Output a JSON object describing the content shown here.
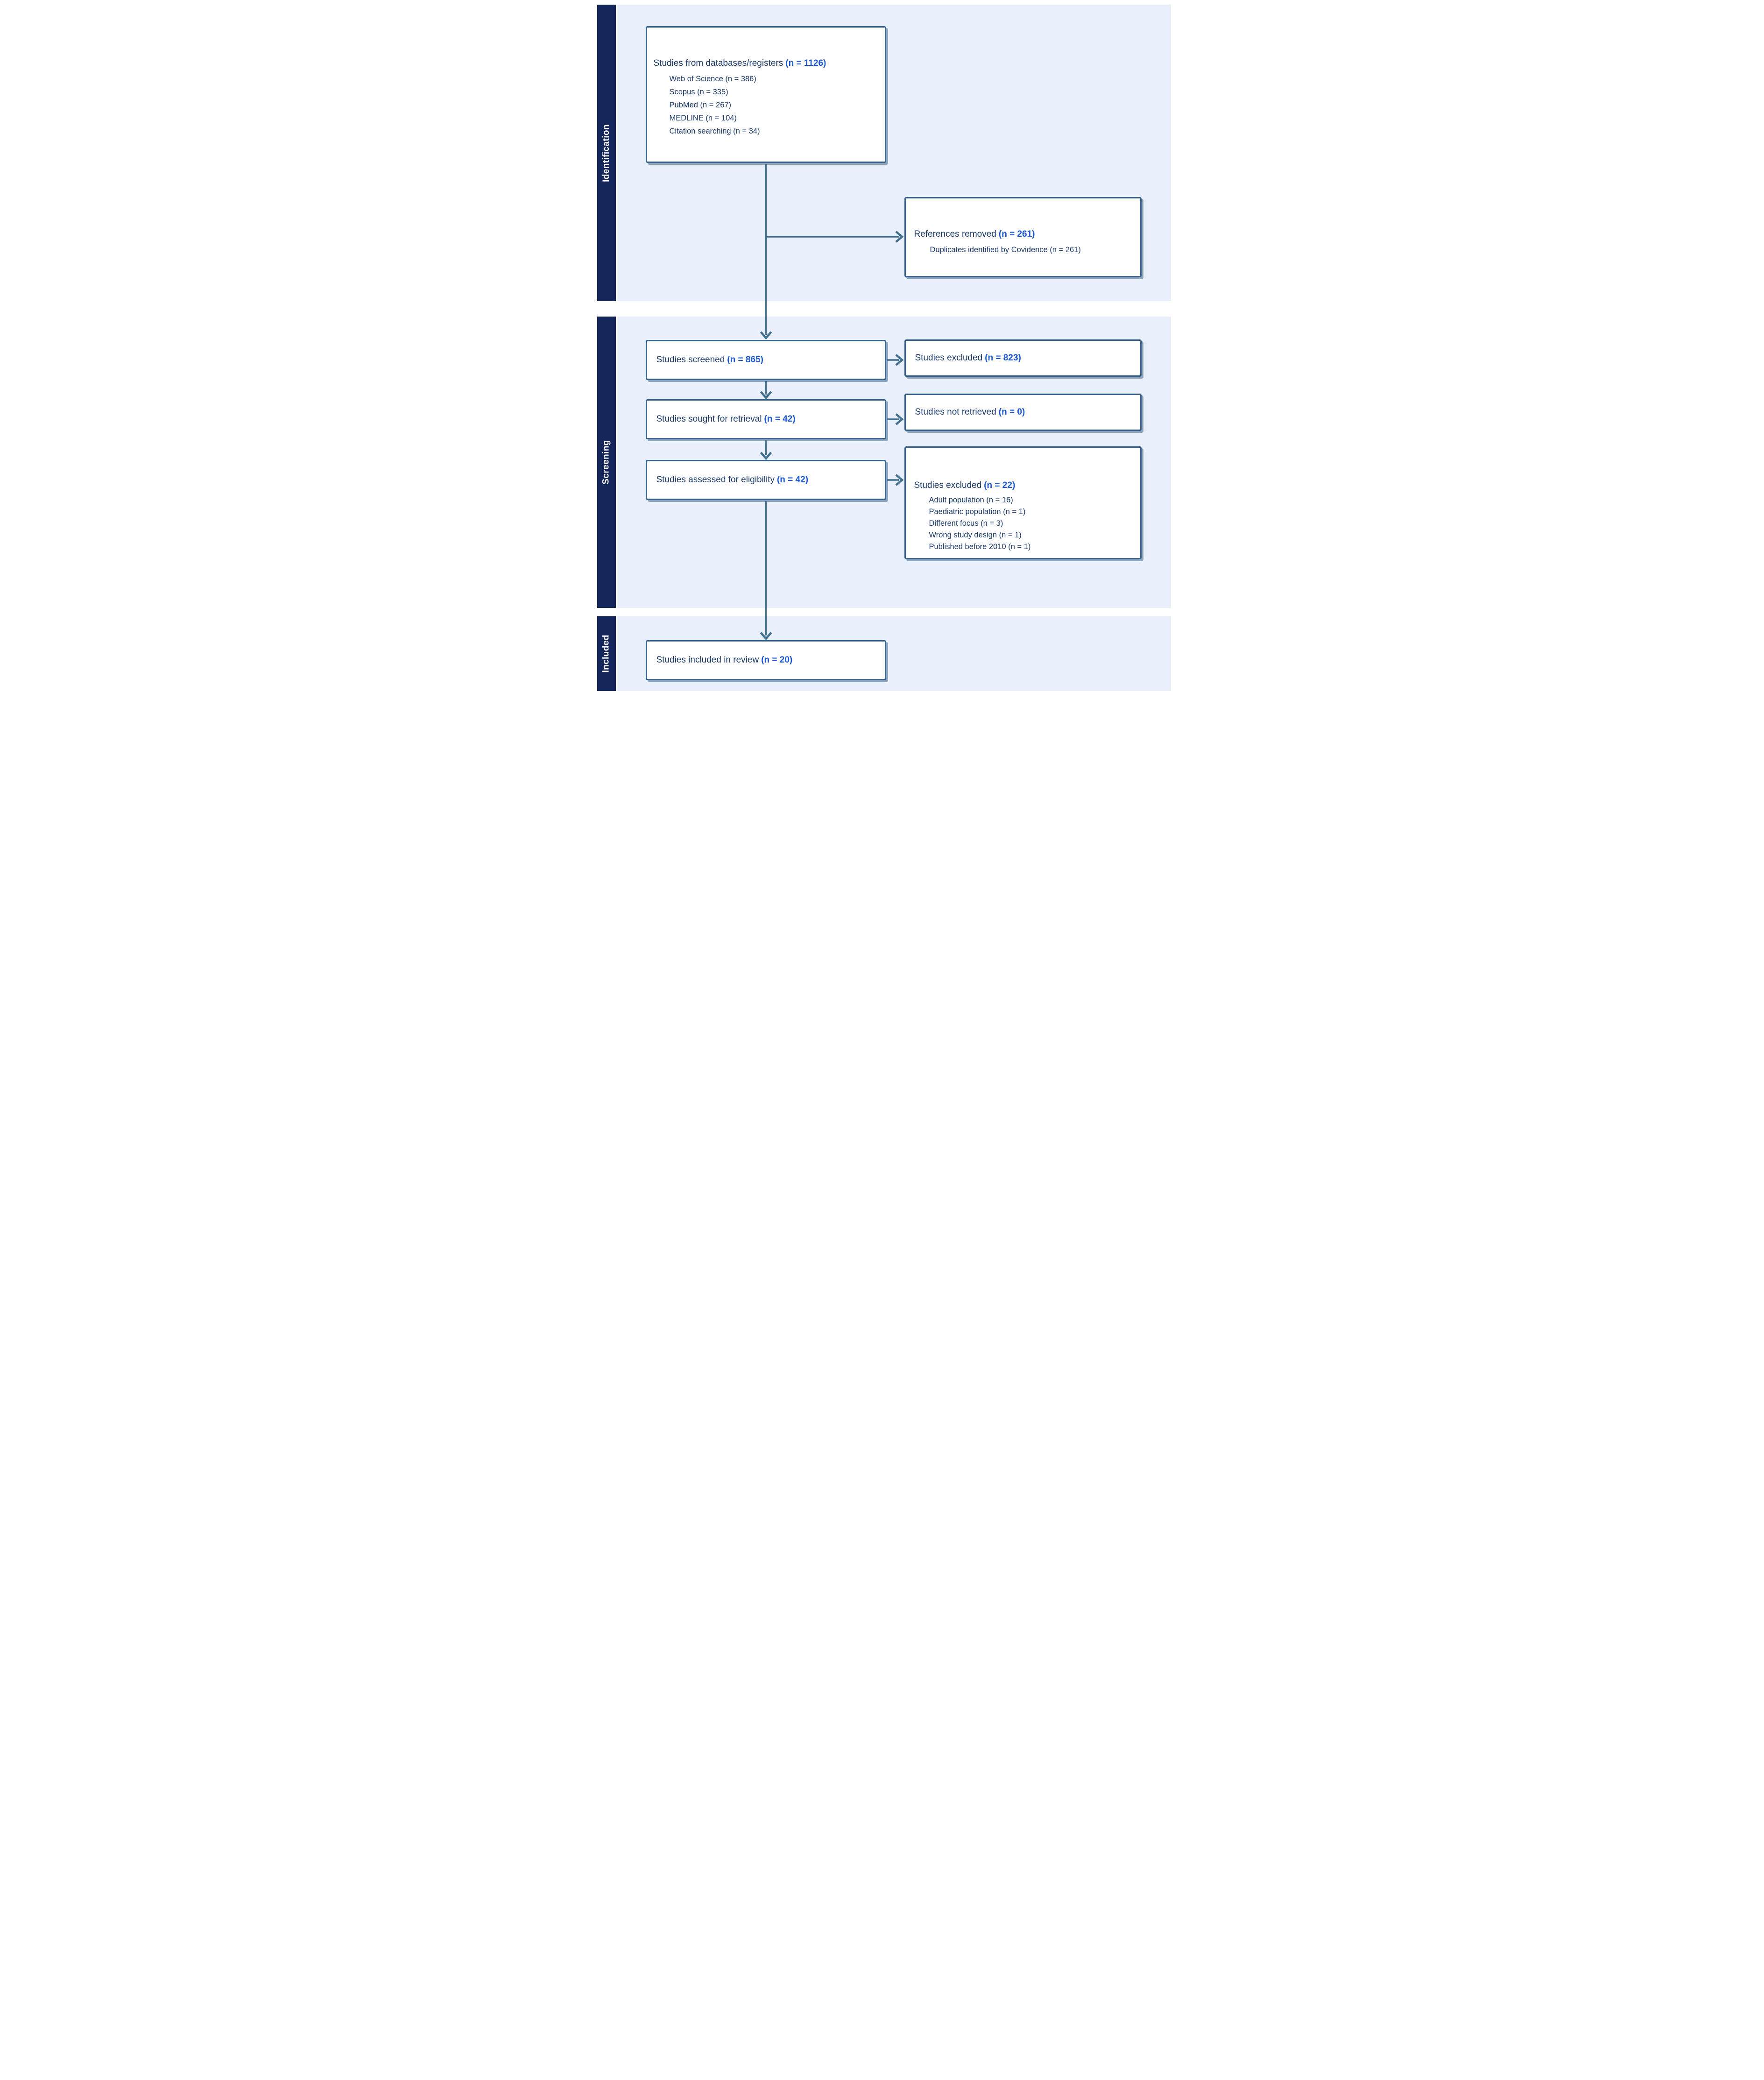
{
  "palette": {
    "sidebar_bg": "#14265a",
    "band_bg": "#e9effb",
    "box_border": "#35618e",
    "box_fill": "#ffffff",
    "connector": "#41708f",
    "text": "#1c3a69",
    "count_accent": "#1b57d0"
  },
  "stages": [
    {
      "label": "Identification"
    },
    {
      "label": "Screening"
    },
    {
      "label": "Included"
    }
  ],
  "boxes": {
    "databases": {
      "title": "Studies from databases/registers",
      "count": "(n = 1126)",
      "items": [
        "Web of Science (n = 386)",
        "Scopus (n = 335)",
        "PubMed (n = 267)",
        "MEDLINE (n = 104)",
        "Citation searching (n = 34)"
      ]
    },
    "references_removed": {
      "title": "References removed",
      "count": "(n = 261)",
      "items": [
        "Duplicates identified by Covidence (n = 261)"
      ]
    },
    "screened": {
      "title": "Studies screened",
      "count": "(n = 865)"
    },
    "excluded_screening": {
      "title": "Studies excluded",
      "count": "(n = 823)"
    },
    "sought": {
      "title": "Studies sought for retrieval",
      "count": "(n = 42)"
    },
    "not_retrieved": {
      "title": "Studies not retrieved",
      "count": "(n = 0)"
    },
    "assessed": {
      "title": "Studies assessed for eligibility",
      "count": "(n = 42)"
    },
    "excluded_eligibility": {
      "title": "Studies excluded",
      "count": "(n = 22)",
      "items": [
        "Adult population (n = 16)",
        "Paediatric population (n = 1)",
        "Different focus (n = 3)",
        "Wrong study design (n = 1)",
        "Published before 2010 (n = 1)"
      ]
    },
    "included_review": {
      "title": "Studies included in review",
      "count": "(n = 20)"
    }
  }
}
